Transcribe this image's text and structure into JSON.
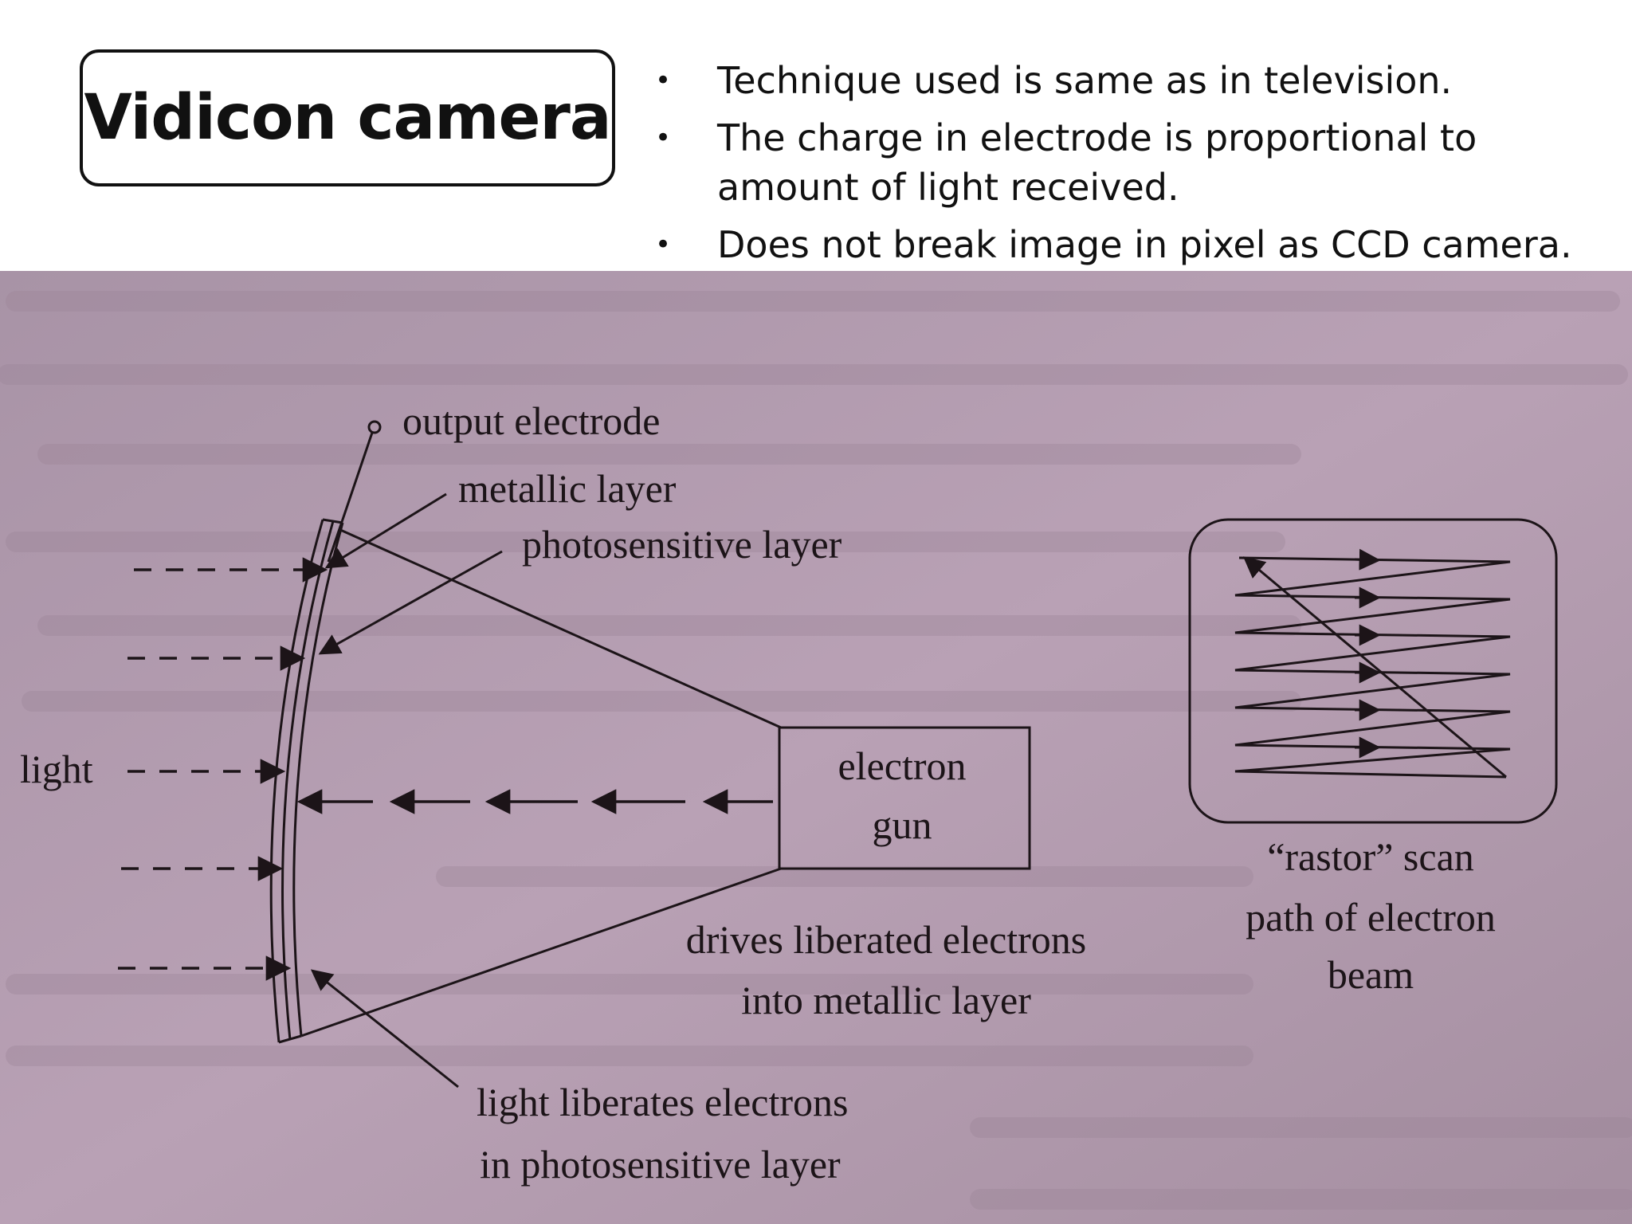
{
  "slide": {
    "title": "Vidicon camera",
    "bullets": [
      "Technique used is same as in television.",
      "The charge in electrode is proportional to amount of light received.",
      "Does not break image in pixel as CCD camera."
    ],
    "bullet_marker": "•"
  },
  "diagram": {
    "labels": {
      "output_electrode": "output electrode",
      "metallic_layer": "metallic layer",
      "photosensitive_layer": "photosensitive layer",
      "light": "light",
      "electron_gun_line1": "electron",
      "electron_gun_line2": "gun",
      "drives_line1": "drives liberated electrons",
      "drives_line2": "into metallic layer",
      "liberates_line1": "light liberates electrons",
      "liberates_line2": "in photosensitive layer",
      "raster_line1": "“rastor” scan",
      "raster_line2": "path of electron",
      "raster_line3": "beam"
    },
    "colors": {
      "photo_background": "#b79fb2",
      "ink": "#1c1418",
      "ghost_text": "#9b8497"
    }
  }
}
